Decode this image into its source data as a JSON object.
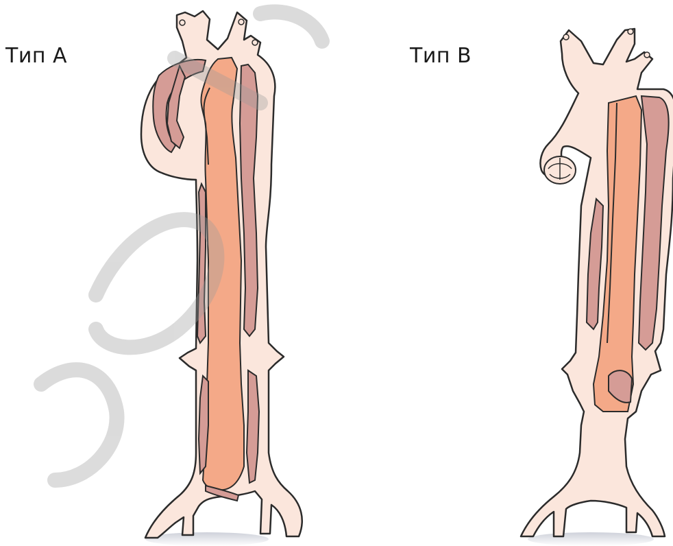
{
  "diagram": {
    "panels": [
      {
        "id": "type-a",
        "label": "Тип А"
      },
      {
        "id": "type-b",
        "label": "Тип В"
      }
    ],
    "colors": {
      "outline": "#2b2b2b",
      "vessel_wall": "#fbe6dc",
      "true_lumen": "#f4a988",
      "false_lumen": "#d59c96",
      "shadow": "#c9ccd6"
    }
  }
}
